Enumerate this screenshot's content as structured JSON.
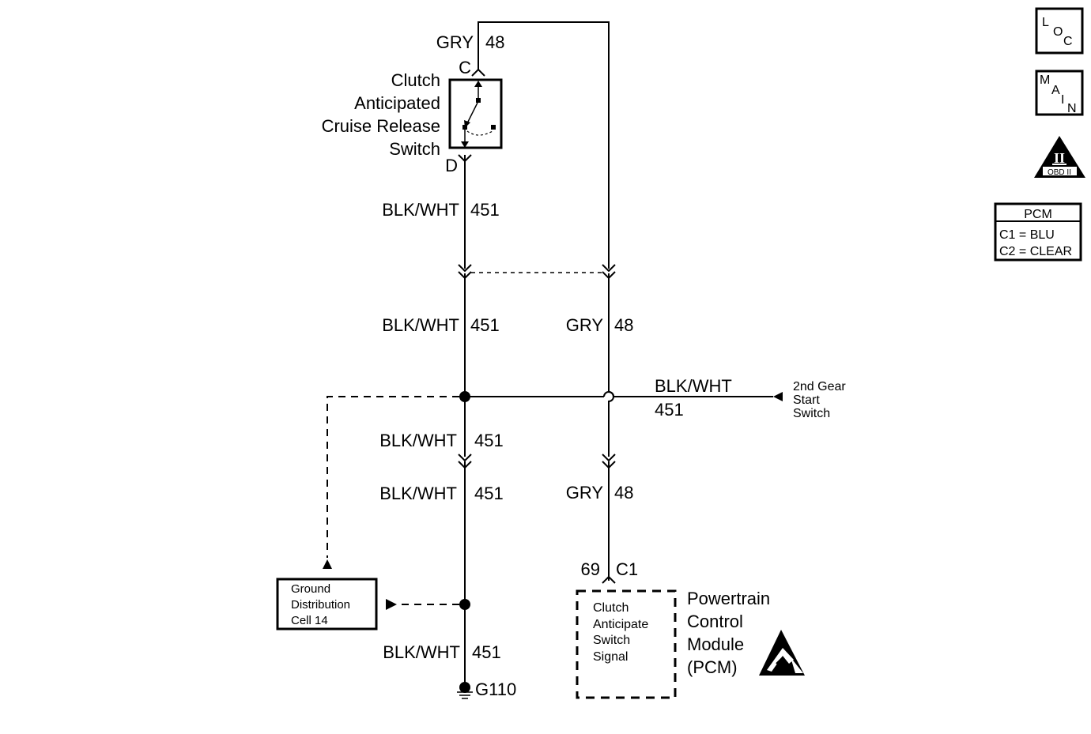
{
  "switch": {
    "name_lines": [
      "Clutch",
      "Anticipated",
      "Cruise Release",
      "Switch"
    ],
    "pin_top": "C",
    "pin_bottom": "D"
  },
  "wires": {
    "gry_top": {
      "color": "GRY",
      "circuit": "48"
    },
    "blk_switch": {
      "color": "BLK/WHT",
      "circuit": "451"
    },
    "blk_after_conn": {
      "color": "BLK/WHT",
      "circuit": "451"
    },
    "gry_after_conn": {
      "color": "GRY",
      "circuit": "48"
    },
    "blk_to_2nd": {
      "color": "BLK/WHT",
      "circuit": "451"
    },
    "blk_below_splice_a": {
      "color": "BLK/WHT",
      "circuit": "451"
    },
    "blk_below_splice_b": {
      "color": "BLK/WHT",
      "circuit": "451"
    },
    "gry_lower": {
      "color": "GRY",
      "circuit": "48"
    },
    "blk_ground": {
      "color": "BLK/WHT",
      "circuit": "451"
    }
  },
  "second_gear": {
    "lines": [
      "2nd Gear",
      "Start",
      "Switch"
    ]
  },
  "ground_box": {
    "lines": [
      "Ground",
      "Distribution",
      "Cell 14"
    ]
  },
  "ground_label": "G110",
  "pcm_pin": {
    "pin": "69",
    "connector": "C1"
  },
  "pcm_internal": {
    "lines": [
      "Clutch",
      "Anticipate",
      "Switch",
      "Signal"
    ]
  },
  "pcm_name": {
    "lines": [
      "Powertrain",
      "Control",
      "Module",
      "(PCM)"
    ]
  },
  "icons": {
    "loc": [
      "L",
      "O",
      "C"
    ],
    "main": [
      "M",
      "A",
      "I",
      "N"
    ],
    "obd": {
      "numeral": "II",
      "text": "OBD II"
    },
    "esd": "esd-sensitive-icon"
  },
  "pcm_legend": {
    "title": "PCM",
    "rows": [
      "C1 = BLU",
      "C2 = CLEAR"
    ]
  }
}
